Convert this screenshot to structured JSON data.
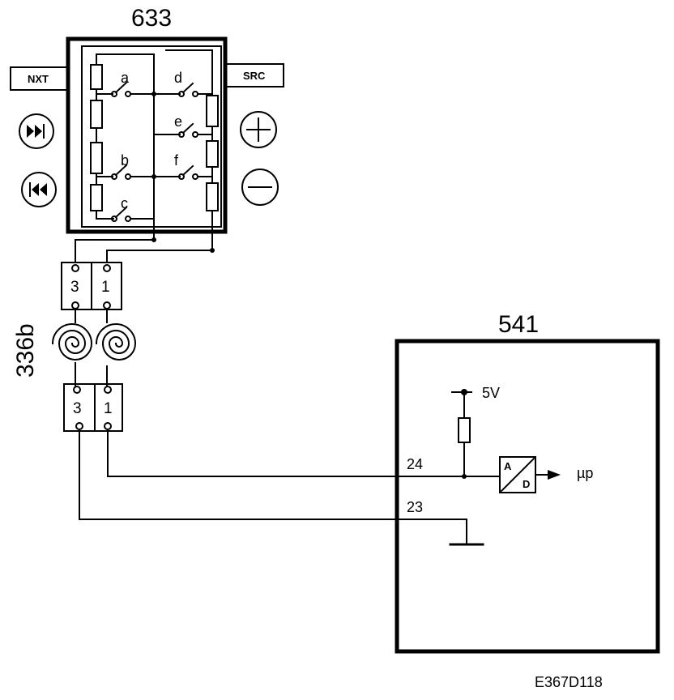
{
  "components": {
    "switch_unit": {
      "label": "633",
      "buttons": {
        "left_top": "NXT",
        "right_top": "SRC"
      },
      "switches": [
        "a",
        "b",
        "c",
        "d",
        "e",
        "f"
      ]
    },
    "contact_reel": {
      "label": "336b",
      "upper_pins": [
        "3",
        "1"
      ],
      "lower_pins": [
        "3",
        "1"
      ]
    },
    "control_module": {
      "label": "541",
      "supply": "5V",
      "pins": [
        "24",
        "23"
      ],
      "converter": {
        "in": "A",
        "out": "D"
      },
      "output": "µp"
    }
  },
  "figure_id": "E367D118"
}
